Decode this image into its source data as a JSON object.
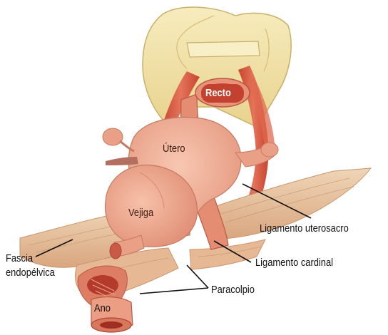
{
  "labels": {
    "recto": "Recto",
    "utero": "Útero",
    "vejiga": "Vejiga",
    "ano": "Ano",
    "ligamento_uterosacro": "Ligamento uterosacro",
    "ligamento_cardinal": "Ligamento cardinal",
    "fascia_line1": "Fascia",
    "fascia_line2": "endopélvica",
    "paracolpio": "Paracolpio"
  },
  "colors": {
    "bone": "#f2e3a6",
    "muscle": "#d9573f",
    "organ": "#f0aa8e",
    "organ_shadow": "#d9826a",
    "fascia": "#e7c39e",
    "rectum_label_bg": "#c2412f",
    "leader_line": "#111111"
  }
}
